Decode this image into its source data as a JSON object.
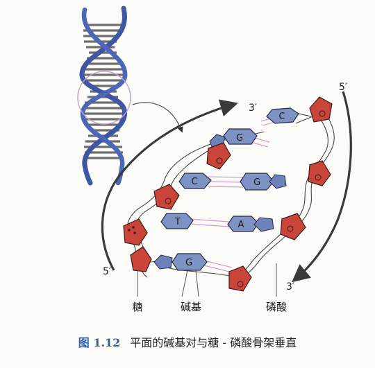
{
  "diagram": {
    "strand_end_labels": {
      "top_left": "3′",
      "top_right": "5′",
      "bottom_left": "5′",
      "bottom_right": "3′"
    },
    "base_pairs": [
      {
        "left": "",
        "right": "C"
      },
      {
        "left": "G",
        "right": ""
      },
      {
        "left": "C",
        "right": "G"
      },
      {
        "left": "T",
        "right": "A"
      },
      {
        "left": "G",
        "right": ""
      }
    ],
    "callouts": {
      "sugar": "糖",
      "base": "碱基",
      "phosphate": "磷酸"
    }
  },
  "caption": {
    "number": "图 1.12",
    "text": "平面的碱基对与糖 - 磷酸骨架垂直"
  },
  "colors": {
    "sugar_fill": "#c9453a",
    "base_fill": "#7e92c4",
    "helix_strand": "#3e56a3",
    "h_bond": "#d49ac8",
    "caption_number": "#2e5fa8"
  }
}
